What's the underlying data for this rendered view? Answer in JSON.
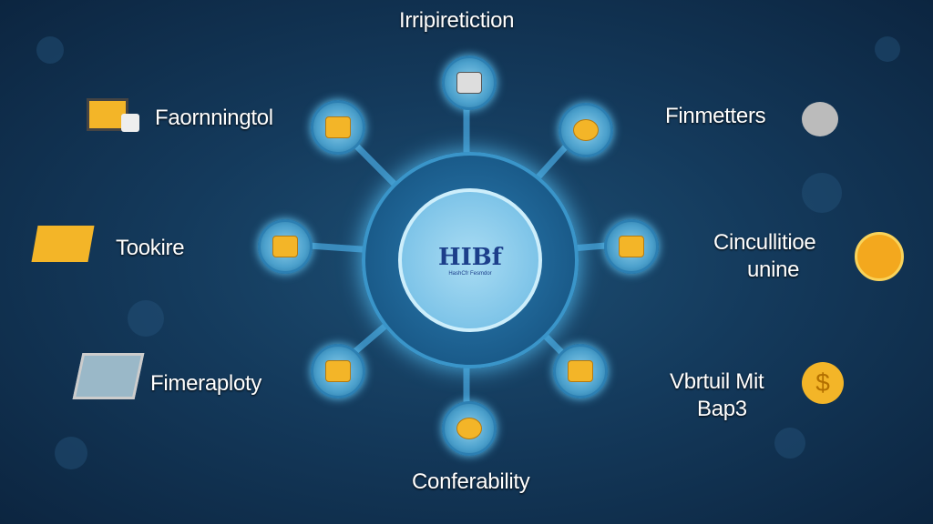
{
  "title": "Irripiretiction",
  "center": {
    "logo_text": "HIBf",
    "logo_subtext": "HashCfr Fesmdor"
  },
  "labels": {
    "top_left": "Faornningtol",
    "top_right": "Finmetters",
    "mid_left": "Tookire",
    "mid_right_line1": "Cincullitioe",
    "mid_right_line2": "unine",
    "bottom_left": "Fimeraploty",
    "bottom_right_line1": "Vbrtuil Mit",
    "bottom_right_line2": "Bap3",
    "bottom": "Conferability"
  },
  "colors": {
    "accent": "#4fb3e6",
    "gold": "#f3b528",
    "background": "#143a5c"
  }
}
